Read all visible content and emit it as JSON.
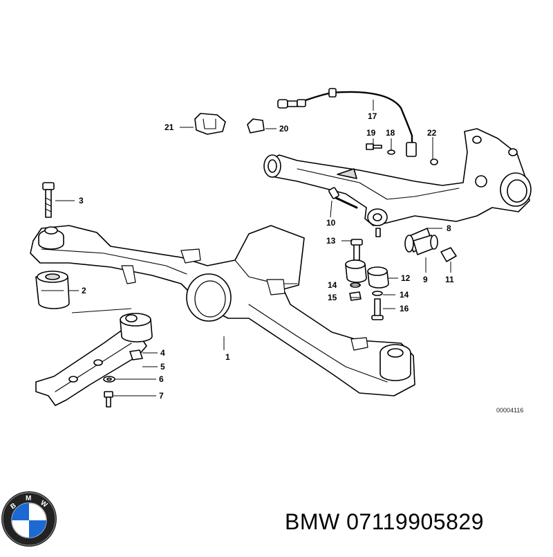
{
  "diagram": {
    "drawing_code": "00004116",
    "callouts": {
      "p1": "1",
      "p2": "2",
      "p3": "3",
      "p4": "4",
      "p5": "5",
      "p6": "6",
      "p7": "7",
      "p8": "8",
      "p9": "9",
      "p10": "10",
      "p11": "11",
      "p12": "12",
      "p13": "13",
      "p14a": "14",
      "p14b": "14",
      "p15": "15",
      "p16": "16",
      "p17": "17",
      "p18": "18",
      "p19": "19",
      "p20": "20",
      "p21": "21",
      "p22": "22"
    }
  },
  "footer": {
    "logo_icon": "bmw-roundel-icon",
    "logo_letters": "BMW",
    "brand": "BMW",
    "part_number": "07119905829"
  },
  "colors": {
    "line": "#000000",
    "fill": "#ffffff",
    "shade": "#d9d9d9"
  }
}
